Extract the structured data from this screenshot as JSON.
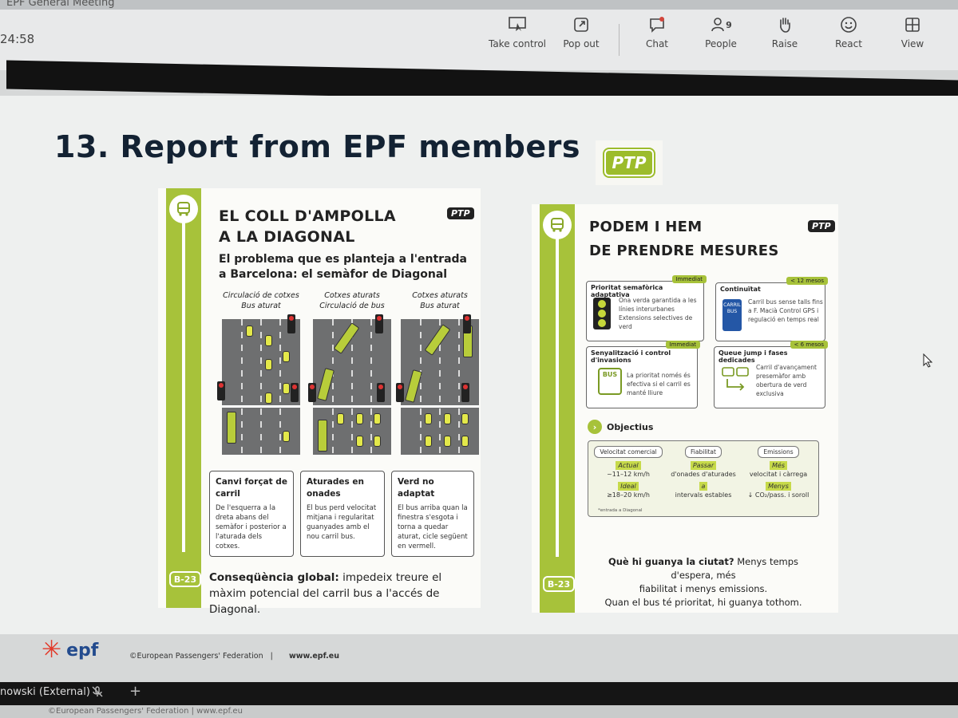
{
  "meeting": {
    "title": "EPF General Meeting",
    "clock": "24:58",
    "participant": "nowski (External)"
  },
  "toolbar": {
    "take_control": "Take control",
    "pop_out": "Pop out",
    "chat": "Chat",
    "people": "People",
    "people_count": "9",
    "raise": "Raise",
    "react": "React",
    "view": "View"
  },
  "slide": {
    "title": "13. Report from EPF members",
    "ptp_logo": "PTP",
    "footer_logo": "epf",
    "copyright": "©European Passengers' Federation",
    "separator": "|",
    "site": "www.epf.eu"
  },
  "poster1": {
    "code": "B-23",
    "ptp": "PTP",
    "heading_1": "EL COLL D'AMPOLLA",
    "heading_2": "A LA DIAGONAL",
    "subtitle_1": "El problema que es planteja a l'entrada",
    "subtitle_2": "a Barcelona: el semàfor de Diagonal",
    "scenes": [
      {
        "cap1": "Circulació de cotxes",
        "cap2": "Bus aturat"
      },
      {
        "cap1": "Cotxes aturats",
        "cap2": "Circulació de bus"
      },
      {
        "cap1": "Cotxes aturats",
        "cap2": "Bus aturat"
      }
    ],
    "cards": [
      {
        "title": "Canvi forçat de carril",
        "text": "De l'esquerra a la dreta abans del semàfor i posterior a l'aturada dels cotxes."
      },
      {
        "title": "Aturades en onades",
        "text": "El bus perd velocitat mitjana i regularitat guanyades amb el nou carril bus."
      },
      {
        "title": "Verd no adaptat",
        "text": "El bus arriba quan la finestra s'esgota i torna a quedar aturat, cicle següent en vermell."
      }
    ],
    "conseq_label": "Conseqüència global:",
    "conseq_text": "impedeix treure el màxim potencial del carril bus a l'accés de Diagonal."
  },
  "poster2": {
    "code": "B-23",
    "ptp": "PTP",
    "heading_1": "PODEM I HEM",
    "heading_2": "DE PRENDRE MESURES",
    "measures": [
      {
        "title": "Prioritat semafòrica adaptativa",
        "tag": "Immediat",
        "text": "Ona verda garantida a les línies interurbanes Extensions selectives de verd"
      },
      {
        "title": "Continuïtat",
        "tag": "< 12 mesos",
        "text": "Carril bus sense talls fins a F. Macià Control GPS i regulació en temps real"
      },
      {
        "title": "Senyalització i control d'invasions",
        "tag": "Immediat",
        "text": "La prioritat només és efectiva si el carril es manté lliure"
      },
      {
        "title": "Queue jump i fases dedicades",
        "tag": "< 6 mesos",
        "text": "Carril d'avançament presemàfor amb obertura de verd exclusiva"
      }
    ],
    "icon_labels": {
      "carril_bus": "CARRIL BUS",
      "bus": "BUS"
    },
    "objectives_label": "Objectius",
    "objectives": [
      {
        "pill": "Velocitat comercial",
        "k1": "Actual",
        "v1": "~11–12 km/h",
        "k2": "Ideal",
        "v2": "≥18–20 km/h"
      },
      {
        "pill": "Fiabilitat",
        "k1": "Passar",
        "v1": "d'onades d'aturades",
        "k2": "a",
        "v2": "intervals estables"
      },
      {
        "pill": "Emissions",
        "k1": "Més",
        "v1": "velocitat i càrrega",
        "k2": "Menys",
        "v2": "↓ CO₂/pass. i soroll"
      }
    ],
    "objectives_note": "*entrada a Diagonal",
    "footer_q": "Què hi guanya la ciutat?",
    "footer_1": "Menys temps d'espera, més",
    "footer_2": "fiabilitat i menys emissions.",
    "footer_3": "Quan el bus té prioritat, hi guanya tothom."
  },
  "ghost_footer": "©European Passengers' Federation   |   www.epf.eu",
  "colors": {
    "accent_green": "#a7c23a",
    "title_navy": "#132233",
    "epf_blue": "#234b8e",
    "epf_red": "#e23a2a"
  }
}
